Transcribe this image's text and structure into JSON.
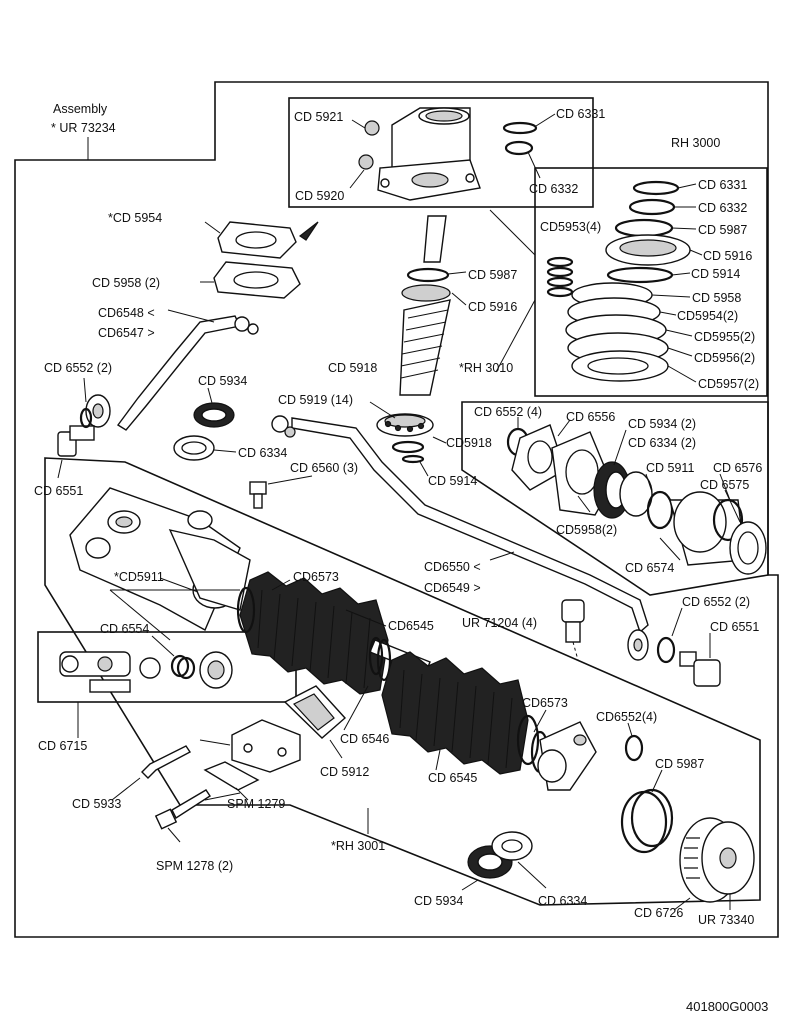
{
  "assembly": {
    "title": "Assembly",
    "code": "* UR 73234"
  },
  "drawing_number": "401800G0003",
  "labels": {
    "cd5921": "CD 5921",
    "cd5920": "CD 5920",
    "cd6331_top": "CD 6331",
    "cd6332_top": "CD 6332",
    "rh3000": "RH 3000",
    "cd6331_r": "CD 6331",
    "cd6332_r": "CD 6332",
    "cd5987_r": "CD 5987",
    "cd5953": "CD5953(4)",
    "cd5916_r": "CD 5916",
    "cd5914_r": "CD 5914",
    "cd5958_r": "CD 5958",
    "cd5954_r": "CD5954(2)",
    "cd5955_r": "CD5955(2)",
    "cd5956_r": "CD5956(2)",
    "cd5957_r": "CD5957(2)",
    "cd5954_star": "*CD 5954",
    "cd5958_2": "CD 5958 (2)",
    "cd5987_c": "CD 5987",
    "cd5916_c": "CD 5916",
    "cd6548": "CD6548 <",
    "cd6547": "CD6547 >",
    "cd6552_2a": "CD 6552 (2)",
    "cd5918_a": "CD 5918",
    "rh3010": "*RH 3010",
    "cd5934_a": "CD 5934",
    "cd5919": "CD 5919 (14)",
    "cd5918_b": "CD5918",
    "cd6334_a": "CD 6334",
    "cd5914_c": "CD 5914",
    "cd6551_a": "CD 6551",
    "cd6560": "CD 6560 (3)",
    "cd6552_4a": "CD 6552 (4)",
    "cd6556": "CD 6556",
    "cd5934_2": "CD 5934 (2)",
    "cd6334_2": "CD 6334 (2)",
    "cd5911_r": "CD 5911",
    "cd6576": "CD 6576",
    "cd6575": "CD 6575",
    "cd5958_2b": "CD5958(2)",
    "cd6574": "CD 6574",
    "cd5911_star": "*CD5911",
    "cd6573_a": "CD6573",
    "cd6550": "CD6550 <",
    "cd6549": "CD6549 >",
    "cd6552_2b": "CD 6552 (2)",
    "cd6551_b": "CD 6551",
    "cd6545_a": "CD6545",
    "ur71204": "UR 71204 (4)",
    "cd6554": "CD 6554",
    "cd6715": "CD 6715",
    "cd6573_b": "CD6573",
    "cd6552_4b": "CD6552(4)",
    "cd6546": "CD 6546",
    "cd5912": "CD 5912",
    "cd6545_b": "CD 6545",
    "cd5987_b": "CD 5987",
    "cd5933": "CD 5933",
    "spm1279": "SPM 1279",
    "rh3001": "*RH 3001",
    "spm1278": "SPM 1278 (2)",
    "cd5934_b": "CD 5934",
    "cd6334_b": "CD 6334",
    "cd6726": "CD 6726",
    "ur73340": "UR 73340"
  }
}
